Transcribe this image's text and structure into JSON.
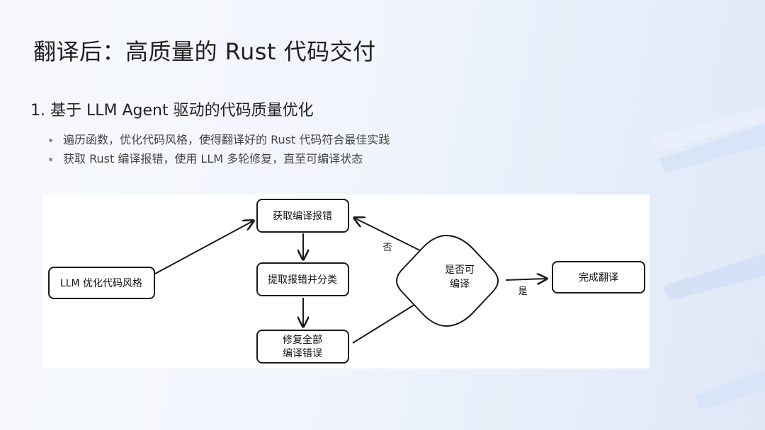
{
  "slide": {
    "title": "翻译后：高质量的 Rust 代码交付",
    "section_heading": "1. 基于 LLM Agent 驱动的代码质量优化",
    "bullets": [
      "遍历函数，优化代码风格，使得翻译好的 Rust 代码符合最佳实践",
      "获取 Rust 编译报错，使用 LLM 多轮修复，直至可编译状态"
    ]
  },
  "flowchart": {
    "nodes": {
      "style": {
        "lines": [
          "LLM 优化代码风格"
        ]
      },
      "get_errors": {
        "lines": [
          "获取编译报错"
        ]
      },
      "classify": {
        "lines": [
          "提取报错并分类"
        ]
      },
      "fix": {
        "lines": [
          "修复全部",
          "编译错误"
        ]
      },
      "decision": {
        "lines": [
          "是否可",
          "编译"
        ]
      },
      "done": {
        "lines": [
          "完成翻译"
        ]
      }
    },
    "edges": {
      "no": "否",
      "yes": "是"
    },
    "colors": {
      "stroke": "#1a1a1a",
      "fill": "#ffffff"
    }
  }
}
